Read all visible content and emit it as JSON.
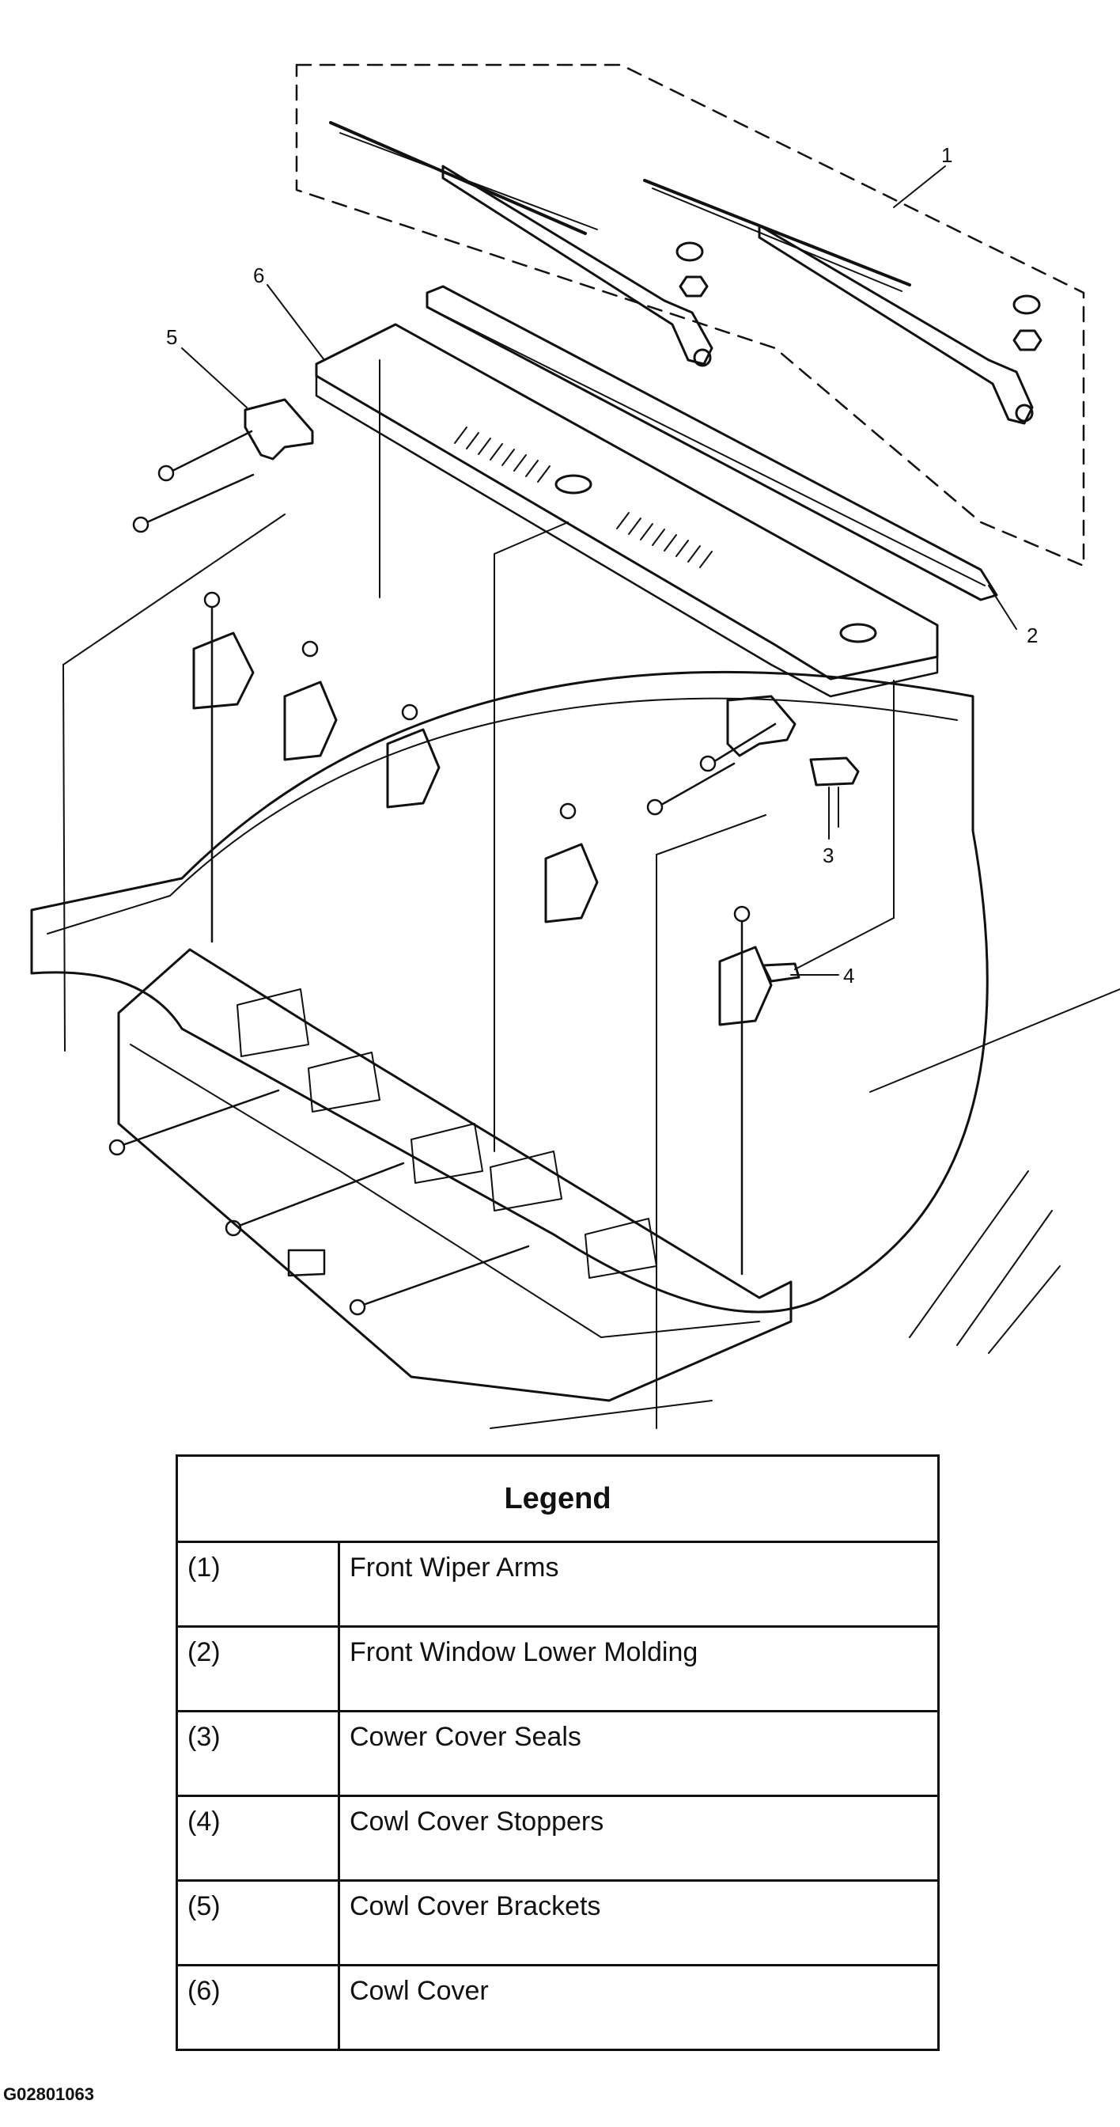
{
  "callouts": {
    "c1": "1",
    "c2": "2",
    "c3": "3",
    "c4": "4",
    "c5": "5",
    "c6": "6"
  },
  "legend": {
    "title": "Legend",
    "rows": [
      {
        "num": "(1)",
        "label": "Front Wiper Arms"
      },
      {
        "num": "(2)",
        "label": "Front Window Lower Molding"
      },
      {
        "num": "(3)",
        "label": "Cower Cover Seals"
      },
      {
        "num": "(4)",
        "label": "Cowl Cover Stoppers"
      },
      {
        "num": "(5)",
        "label": "Cowl Cover Brackets"
      },
      {
        "num": "(6)",
        "label": "Cowl Cover"
      }
    ]
  },
  "figure_id": "G02801063"
}
